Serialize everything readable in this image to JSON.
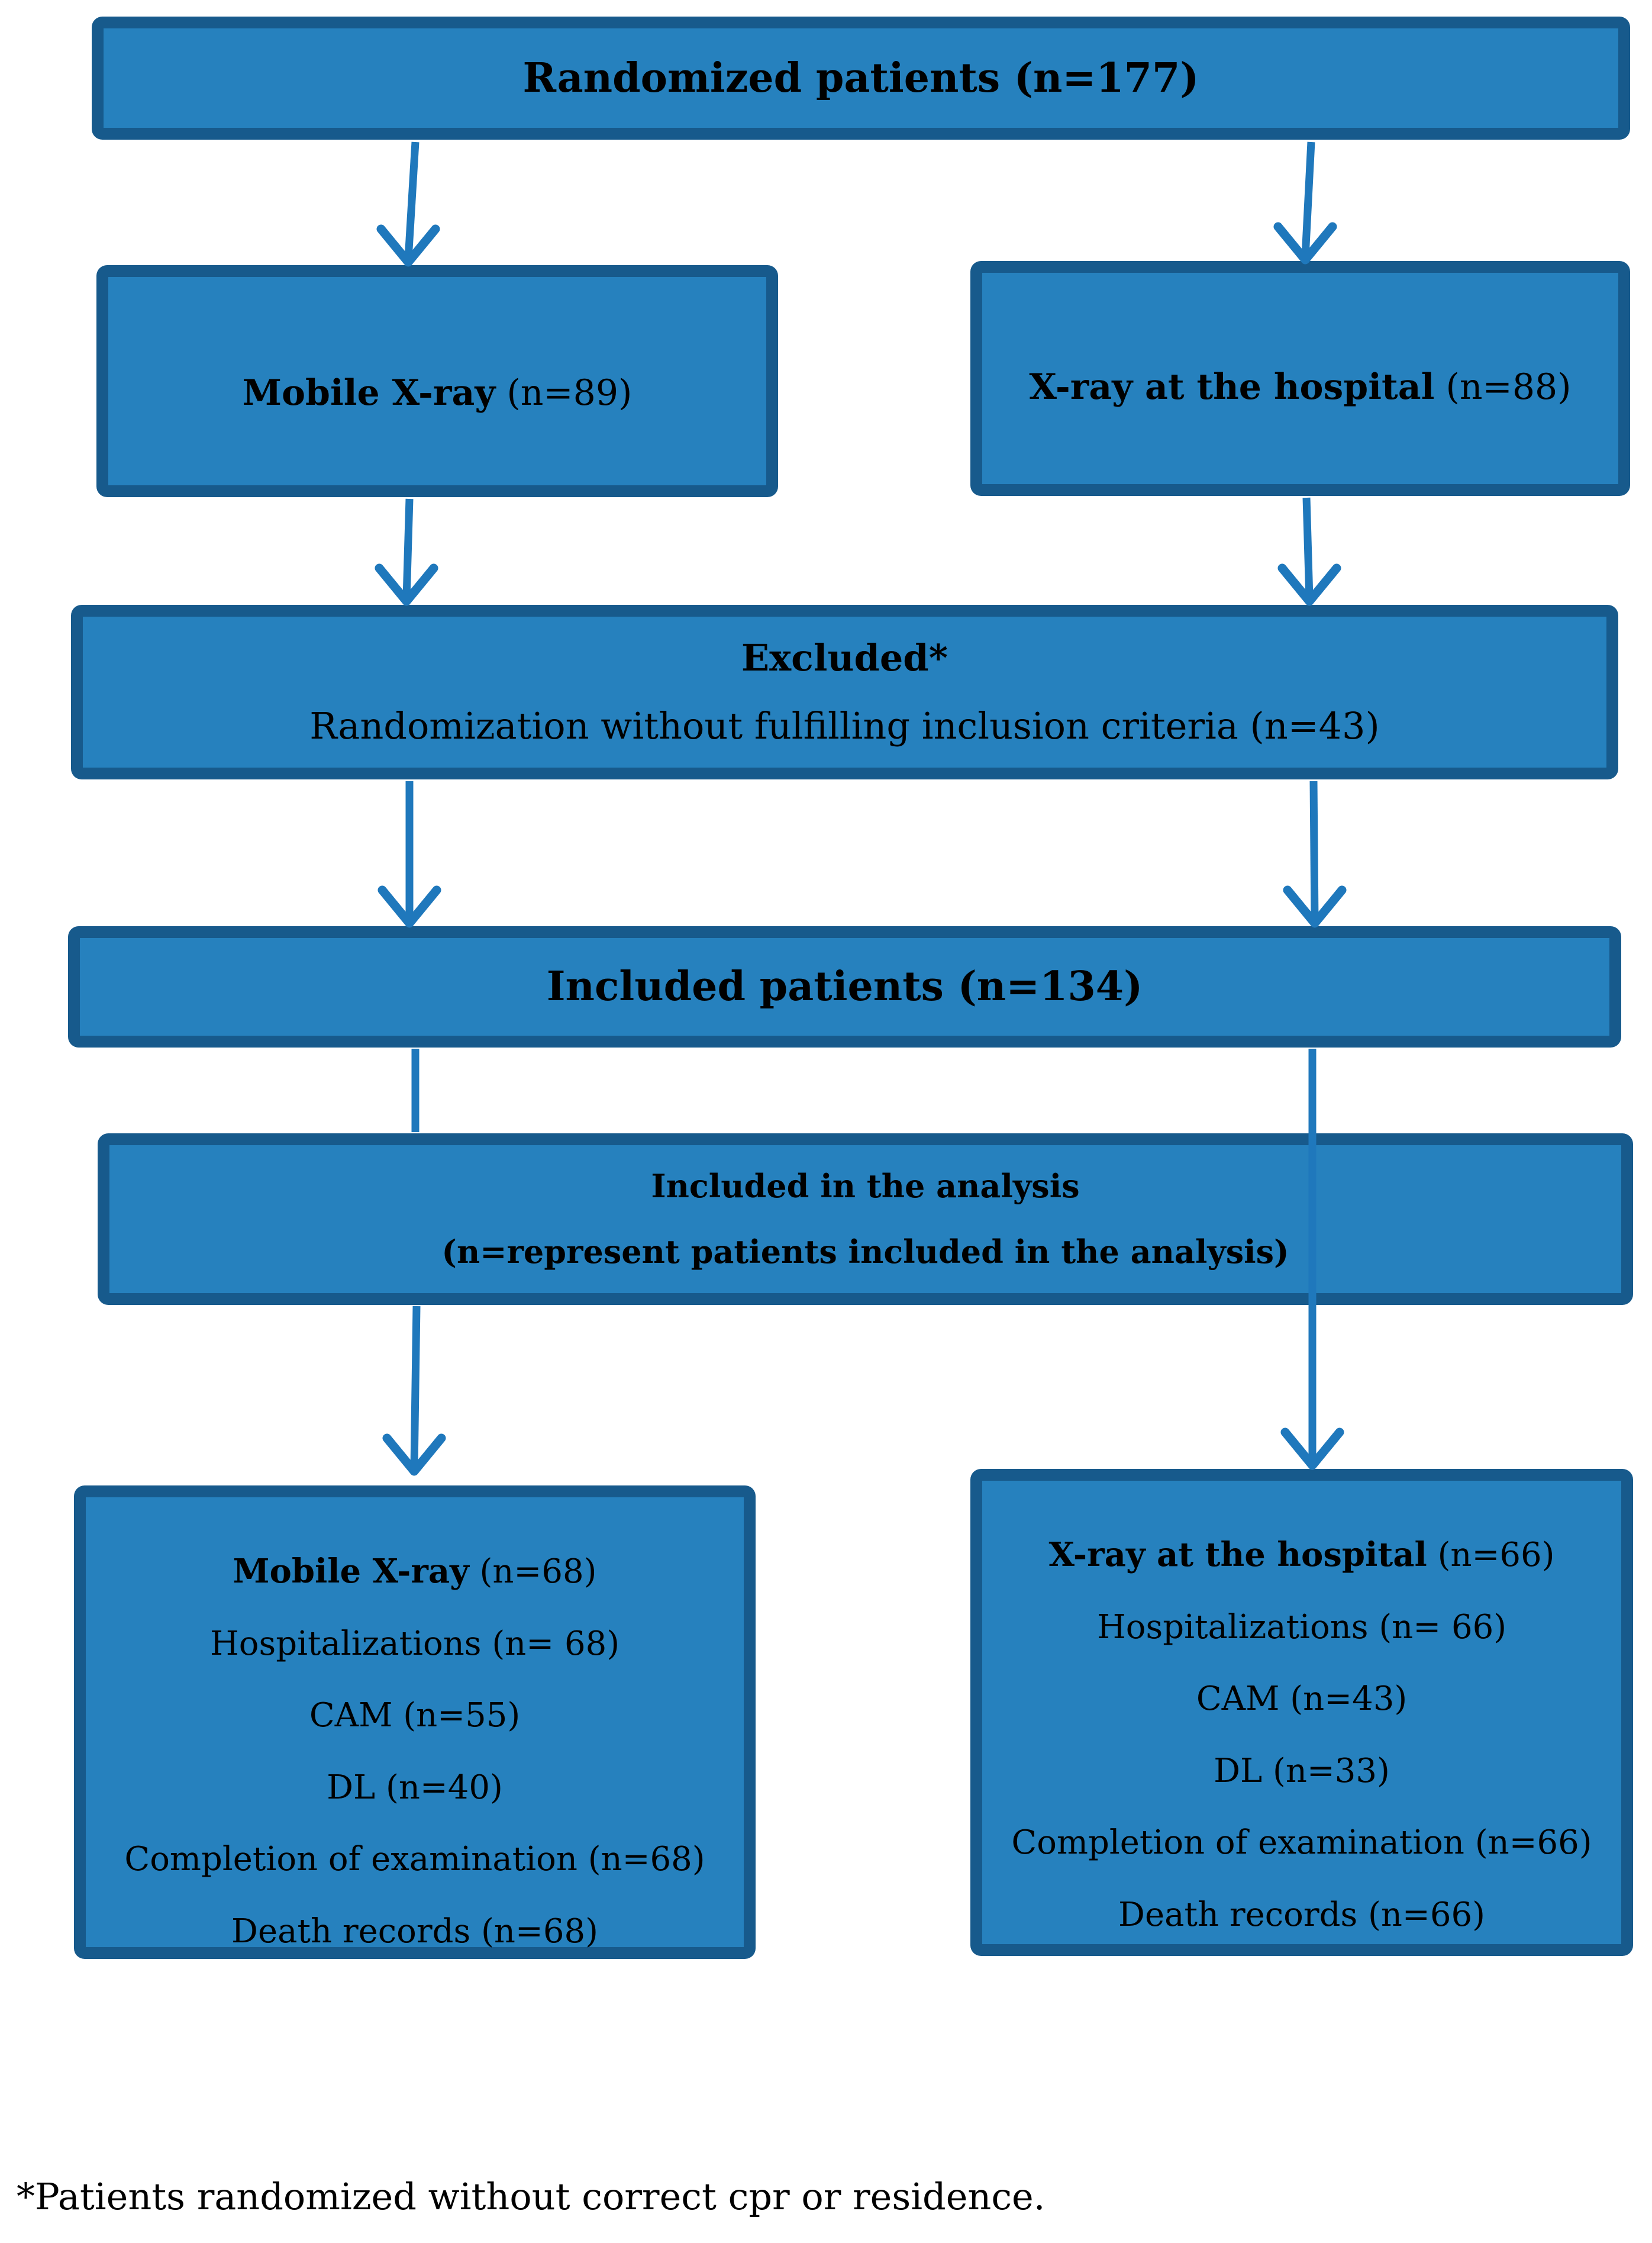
{
  "colors": {
    "box_fill": "#2681BE",
    "box_border": "#175A8C",
    "arrow": "#1F78BC",
    "text": "#000000",
    "background": "#FFFFFF"
  },
  "boxes": {
    "randomized": {
      "title": "Randomized patients (n=177)"
    },
    "mobile": {
      "bold": "Mobile X-ray",
      "rest": " (n=89)"
    },
    "hospital": {
      "bold": "X-ray at the hospital",
      "rest": " (n=88)"
    },
    "excluded": {
      "title": "Excluded*",
      "subtitle": "Randomization without fulfilling inclusion criteria (n=43)"
    },
    "included": {
      "title": "Included patients (n=134)"
    },
    "analysis": {
      "line1": "Included in the analysis",
      "line2": "(n=represent patients included in the analysis)"
    },
    "mobile_results": {
      "bold": "Mobile X-ray",
      "rest": " (n=68)",
      "items": [
        "Hospitalizations (n= 68)",
        "CAM (n=55)",
        "DL (n=40)",
        "Completion of examination (n=68)",
        "Death records (n=68)"
      ]
    },
    "hospital_results": {
      "bold": "X-ray at the hospital",
      "rest": " (n=66)",
      "items": [
        "Hospitalizations (n= 66)",
        "CAM (n=43)",
        "DL (n=33)",
        "Completion of examination (n=66)",
        "Death records (n=66)"
      ]
    }
  },
  "footnote": "*Patients randomized without correct cpr or residence."
}
